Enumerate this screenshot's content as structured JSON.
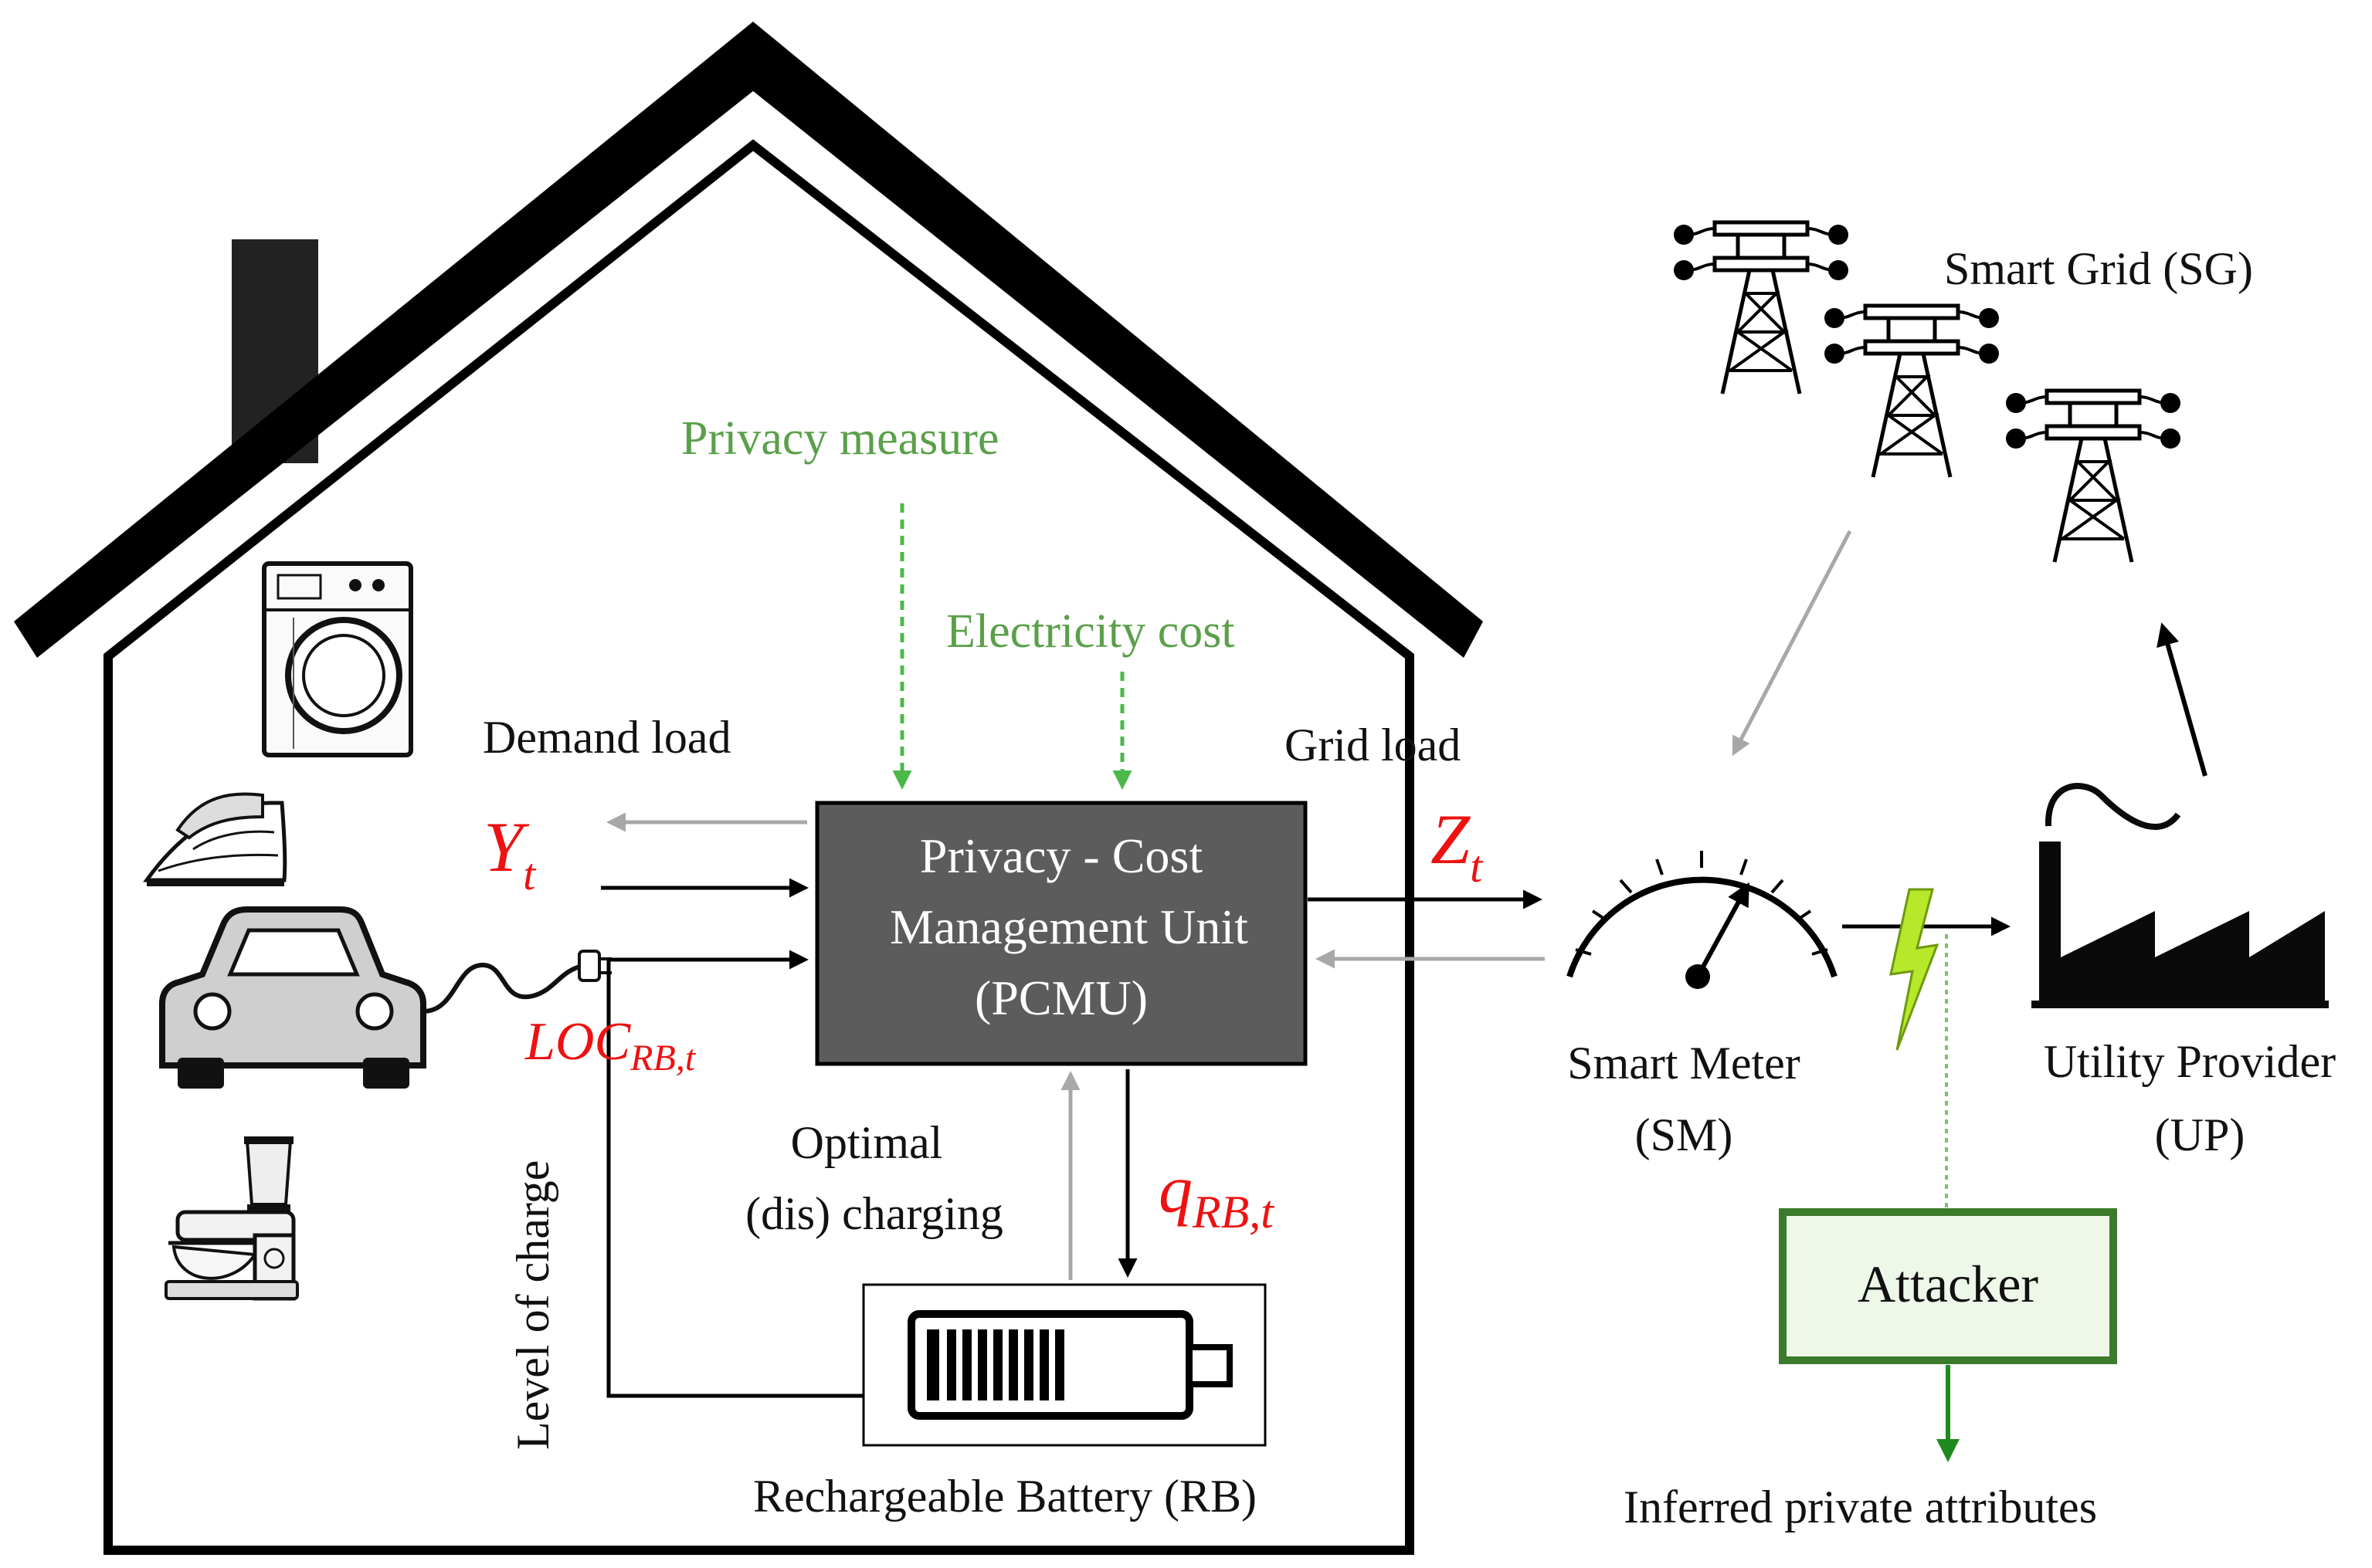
{
  "labels": {
    "privacy_measure": "Privacy measure",
    "electricity_cost": "Electricity cost",
    "demand_load": "Demand load",
    "grid_load": "Grid load",
    "pcmu_line1": "Privacy - Cost",
    "pcmu_line2": "Management Unit",
    "pcmu_line3": "(PCMU)",
    "optimal_line1": "Optimal",
    "optimal_line2": "(dis) charging",
    "level_of_charge": "Level of charge",
    "battery": "Rechargeable Battery (RB)",
    "smart_meter_line1": "Smart Meter",
    "smart_meter_line2": "(SM)",
    "utility_line1": "Utility Provider",
    "utility_line2": "(UP)",
    "smart_grid": "Smart Grid (SG)",
    "attacker": "Attacker",
    "inferred": "Inferred private attributes"
  },
  "symbols": {
    "y_main": "Y",
    "y_sub": "t",
    "z_main": "Z",
    "z_sub": "t",
    "loc_main": "LOC",
    "loc_sub": "RB,t",
    "q_main": "q",
    "q_sub": "RB,t"
  },
  "icons": [
    "house-outline",
    "washing-machine-icon",
    "iron-icon",
    "electric-car-icon",
    "food-mixer-icon",
    "battery-icon",
    "smart-meter-gauge-icon",
    "factory-icon",
    "power-tower-icon",
    "lightning-bolt-icon"
  ],
  "colors": {
    "pcmu_fill": "#5c5c5c",
    "green_text": "#5aa04a",
    "red_symbol": "#ee1111",
    "attacker_border": "#3c7a2c",
    "attacker_fill": "#eef8e8",
    "bolt": "#b7e82a",
    "gray_arrow": "#a8a8a8"
  }
}
